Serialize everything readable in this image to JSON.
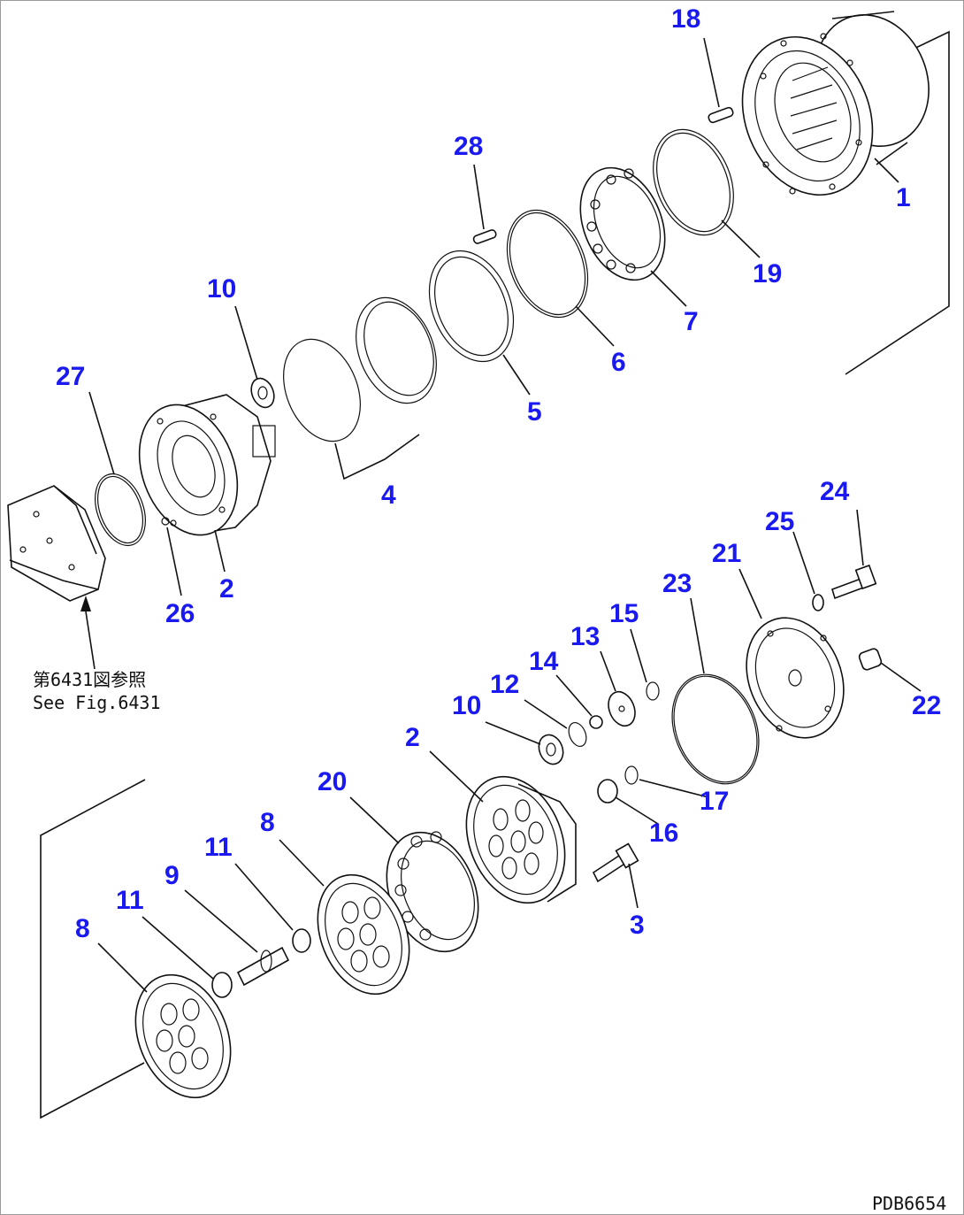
{
  "callouts": [
    {
      "id": "c-18",
      "text": "18"
    },
    {
      "id": "c-1",
      "text": "1"
    },
    {
      "id": "c-28",
      "text": "28"
    },
    {
      "id": "c-19",
      "text": "19"
    },
    {
      "id": "c-7",
      "text": "7"
    },
    {
      "id": "c-6",
      "text": "6"
    },
    {
      "id": "c-10a",
      "text": "10"
    },
    {
      "id": "c-5",
      "text": "5"
    },
    {
      "id": "c-27",
      "text": "27"
    },
    {
      "id": "c-4",
      "text": "4"
    },
    {
      "id": "c-2a",
      "text": "2"
    },
    {
      "id": "c-26",
      "text": "26"
    },
    {
      "id": "c-24",
      "text": "24"
    },
    {
      "id": "c-25",
      "text": "25"
    },
    {
      "id": "c-21",
      "text": "21"
    },
    {
      "id": "c-23",
      "text": "23"
    },
    {
      "id": "c-15",
      "text": "15"
    },
    {
      "id": "c-13",
      "text": "13"
    },
    {
      "id": "c-14",
      "text": "14"
    },
    {
      "id": "c-12",
      "text": "12"
    },
    {
      "id": "c-10b",
      "text": "10"
    },
    {
      "id": "c-22",
      "text": "22"
    },
    {
      "id": "c-2b",
      "text": "2"
    },
    {
      "id": "c-20",
      "text": "20"
    },
    {
      "id": "c-17",
      "text": "17"
    },
    {
      "id": "c-16",
      "text": "16"
    },
    {
      "id": "c-8a",
      "text": "8"
    },
    {
      "id": "c-11a",
      "text": "11"
    },
    {
      "id": "c-9",
      "text": "9"
    },
    {
      "id": "c-11b",
      "text": "11"
    },
    {
      "id": "c-3",
      "text": "3"
    },
    {
      "id": "c-8b",
      "text": "8"
    }
  ],
  "reference": {
    "line1": "第6431図参照",
    "line2": "See Fig.6431"
  },
  "drawing_code": "PDB6654",
  "colors": {
    "callout": "#1a1af0",
    "line": "#111111",
    "background": "#ffffff"
  }
}
